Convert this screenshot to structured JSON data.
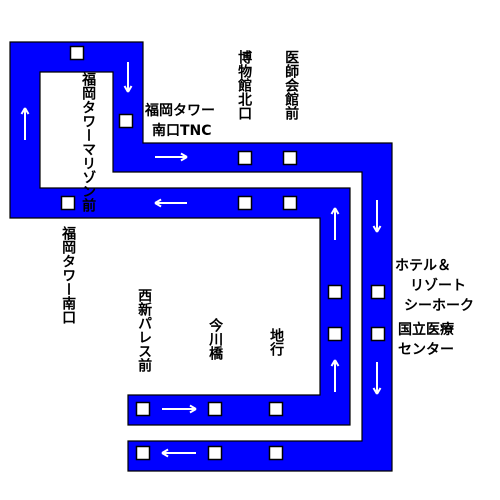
{
  "colors": {
    "route": "#0000ff",
    "outline": "#000000",
    "stop_fill": "#ffffff",
    "arrow": "#ffffff",
    "text": "#000000"
  },
  "stations": {
    "fukuoka_tower_marizon": "福岡タワーマリゾン前",
    "fukuoka_tower_minamiguchi_tnc_line1": "福岡タワー",
    "fukuoka_tower_minamiguchi_tnc_line2": "南口TNC",
    "hakubutsukan_kita": "博物館北口",
    "ishikai_kan": "医師会館前",
    "fukuoka_tower_minamiguchi": "福岡タワー南口",
    "nishijin_palace": "西新パレス前",
    "imagawa_bashi": "今川橋",
    "jigyo": "地行",
    "hotel_resort_line1": "ホテル＆",
    "hotel_resort_line2": "リゾート",
    "hotel_resort_line3": "シーホーク",
    "kokuritsu_line1": "国立医療",
    "kokuritsu_line2": "センター"
  }
}
